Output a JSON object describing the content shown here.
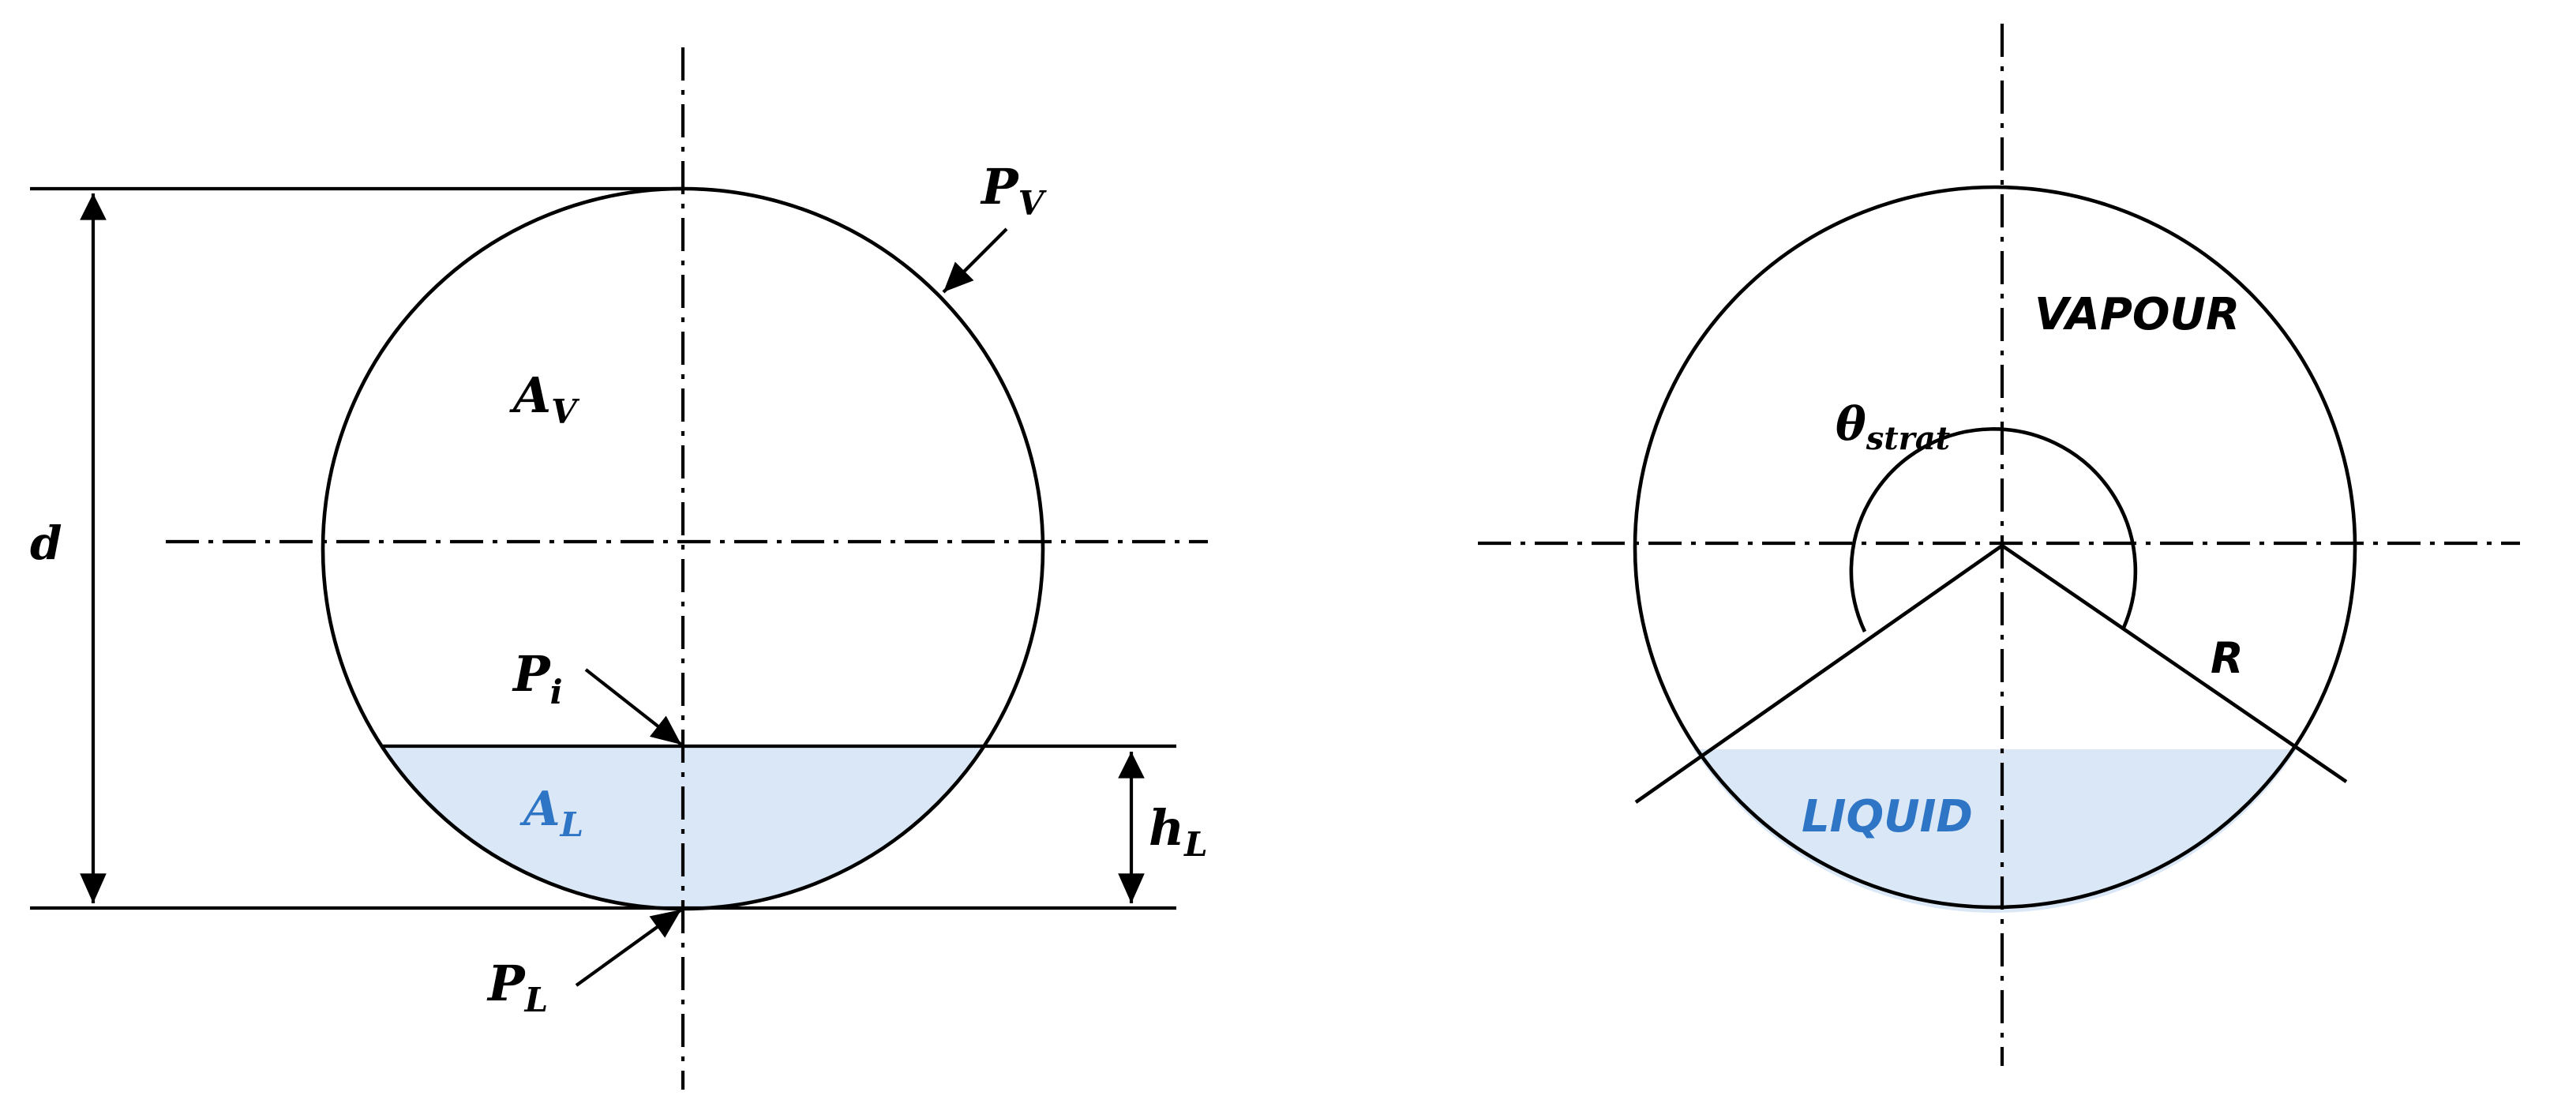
{
  "left_diagram": {
    "labels": {
      "d": {
        "main": "d",
        "sub": ""
      },
      "P_V": {
        "main": "P",
        "sub": "V"
      },
      "A_V": {
        "main": "A",
        "sub": "V"
      },
      "P_i": {
        "main": "P",
        "sub": "i"
      },
      "A_L": {
        "main": "A",
        "sub": "L"
      },
      "h_L": {
        "main": "h",
        "sub": "L"
      },
      "P_L": {
        "main": "P",
        "sub": "L"
      }
    }
  },
  "right_diagram": {
    "labels": {
      "vapour": "VAPOUR",
      "theta": {
        "main": "θ",
        "sub": "strat"
      },
      "R": "R",
      "liquid": "LIQUID"
    }
  },
  "colors": {
    "liquid_fill": "#dae7f6",
    "liquid_text": "#2e75c6",
    "line": "#000000"
  }
}
